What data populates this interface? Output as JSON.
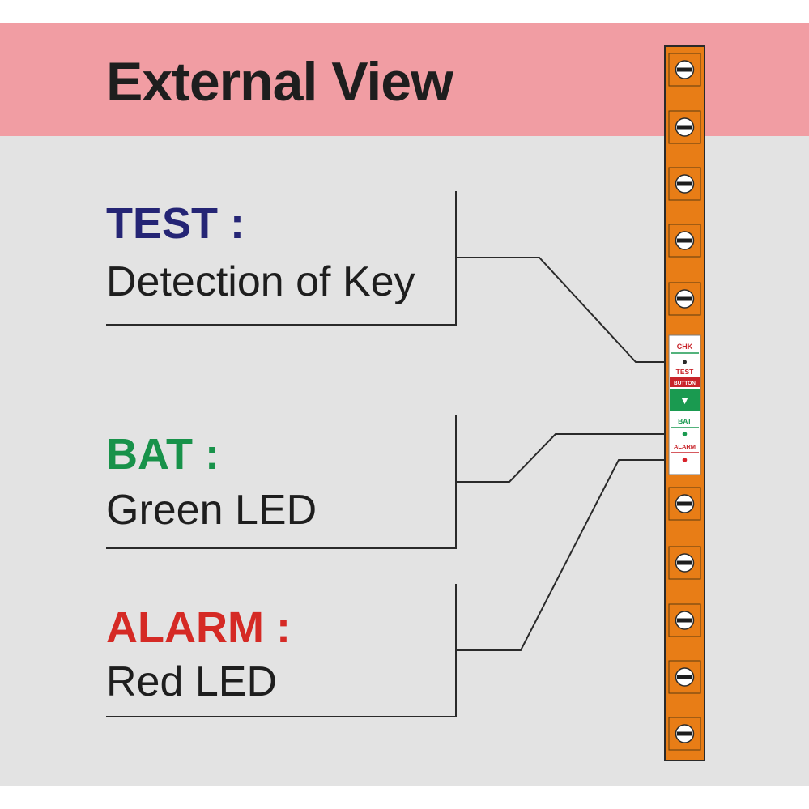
{
  "title": "External View",
  "colors": {
    "header_band": "#f19da3",
    "body_band": "#e3e3e3",
    "strip": "#e87d16",
    "test_head": "#252575",
    "bat_head": "#18924a",
    "alarm_head": "#d52a25",
    "led_green": "#1a9a50",
    "led_red": "#d8222a"
  },
  "callouts": [
    {
      "head": "TEST :",
      "desc": "Detection of Key"
    },
    {
      "head": "BAT :",
      "desc": "Green LED"
    },
    {
      "head": "ALARM :",
      "desc": "Red LED"
    }
  ],
  "panel": {
    "chk": "CHK",
    "test": "TEST",
    "button": "BUTTON",
    "arrow": "▼",
    "bat": "BAT",
    "alarm": "ALARM"
  },
  "icons": [
    "screw-terminal-icon",
    "test-button-arrow-icon",
    "green-led-icon",
    "red-led-icon"
  ]
}
